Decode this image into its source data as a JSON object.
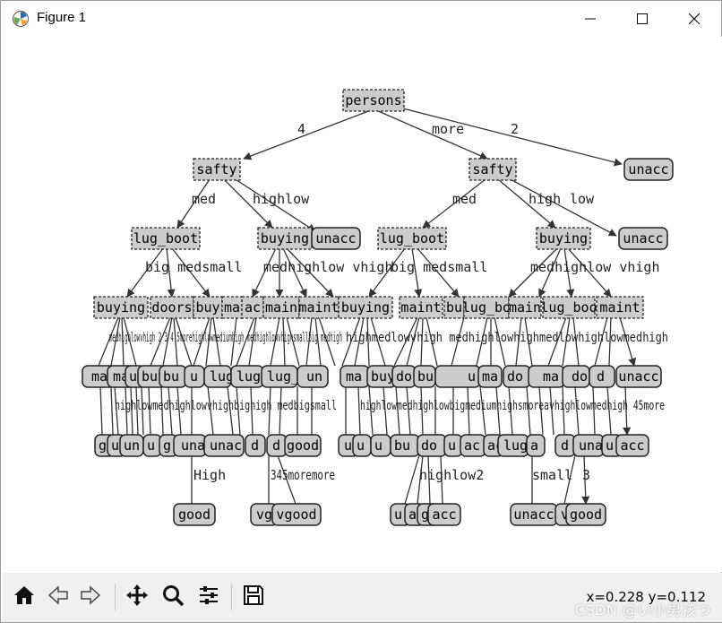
{
  "window": {
    "title": "Figure 1"
  },
  "titlebar_icons": {
    "app": "matplotlib-icon",
    "minimize": "minimize-icon",
    "maximize": "maximize-icon",
    "close": "close-icon"
  },
  "tree": {
    "nodes": {
      "root": "persons",
      "safty_left": "safty",
      "safty_right": "safty",
      "unacc_right": "unacc",
      "lugboot_left": "lug_boot",
      "buying_mid": "buying",
      "unacc_mid": "unacc",
      "lugboot_right": "lug_boot",
      "buying_right": "buying",
      "unacc_right2": "unacc",
      "l4": [
        "buying",
        "doors",
        "buy",
        "ma",
        "ac",
        "main",
        "maint",
        "buying",
        "maint",
        "bu",
        "lug_bo",
        "main",
        "lug_boo",
        "maint"
      ],
      "l5_partial": [
        "ma",
        "ma",
        "u",
        "buy",
        "bu",
        "u",
        "lug",
        "lug_",
        "un",
        "ma",
        "buy",
        "do",
        "bu",
        "do",
        "ma",
        "do",
        "d",
        "unacc"
      ],
      "l6_partial": [
        "g",
        "u",
        "un",
        "u",
        "g",
        "una",
        "unac",
        "d",
        "d",
        "good",
        "u",
        "u",
        "bu",
        "do",
        "ac",
        "ac",
        "lug",
        "a",
        "d",
        "una",
        "u",
        "acc"
      ],
      "l7": [
        "good",
        "vg",
        "vgood",
        "u",
        "a",
        "g",
        "acc",
        "unacc",
        "v",
        "good"
      ]
    },
    "edge_labels": {
      "e_root_4": "4",
      "e_root_more": "more",
      "e_root_2": "2",
      "e_s1_med": "med",
      "e_s1_highlow": "highlow",
      "e_s2_med": "med",
      "e_s2_high": "high",
      "e_s2_low": "low",
      "e_lb1": "big medsmall",
      "e_buy1": "medhighlow vhigh",
      "e_lb2": "big medsmall",
      "e_buy2": "medhighlow vhigh",
      "e_l4_a": "medhighlowvhigh 2 3 4 5morehighlowmediumhigh medhighlowvhighsmallbig medhigh",
      "e_l4_b": "highmedlowvhigh medhighlowhighmedlowhighlowmedhigh",
      "e_l5_a": "highlowmedhighlowvhighbighigh medbigsmall",
      "e_l5_b": "highlowmedhighlowbigmediumhighsmoreavhighlowmedhigh 45more",
      "e_l6_a": "High",
      "e_l6_b": "345moremore",
      "e_l6_c": "highlow2",
      "e_l6_d": "small",
      "e_l6_e": "3"
    }
  },
  "toolbar": {
    "icons": [
      "home-icon",
      "back-arrow-icon",
      "forward-arrow-icon",
      "pan-icon",
      "zoom-icon",
      "configure-subplots-icon",
      "save-icon"
    ],
    "coord": "x=0.228 y=0.112",
    "watermark": "CSDN @い小男孩つ"
  }
}
